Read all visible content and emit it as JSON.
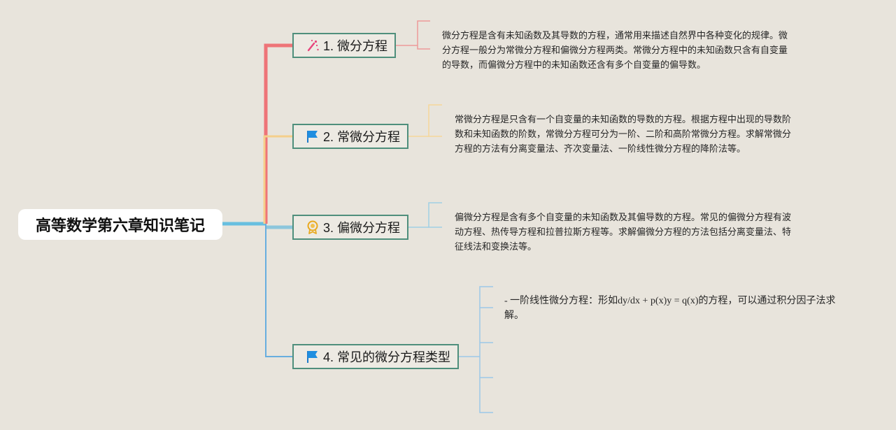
{
  "root": {
    "title": "高等数学第六章知识笔记"
  },
  "branches": [
    {
      "label": "1. 微分方程",
      "icon": "magic-wand-icon",
      "color": "#ee7478",
      "note": "微分方程是含有未知函数及其导数的方程，通常用来描述自然界中各种变化的规律。微分方程一般分为常微分方程和偏微分方程两类。常微分方程中的未知函数只含有自变量的导数，而偏微分方程中的未知函数还含有多个自变量的偏导数。"
    },
    {
      "label": "2. 常微分方程",
      "icon": "flag-icon",
      "color": "#f5cf8c",
      "note": "常微分方程是只含有一个自变量的未知函数的导数的方程。根据方程中出现的导数阶数和未知函数的阶数，常微分方程可分为一阶、二阶和高阶常微分方程。求解常微分方程的方法有分离变量法、齐次变量法、一阶线性微分方程的降阶法等。"
    },
    {
      "label": "3. 偏微分方程",
      "icon": "award-icon",
      "color": "#8cc6dc",
      "note": "偏微分方程是含有多个自变量的未知函数及其偏导数的方程。常见的偏微分方程有波动方程、热传导方程和拉普拉斯方程等。求解偏微分方程的方法包括分离变量法、特征线法和变换法等。"
    },
    {
      "label": "4. 常见的微分方程类型",
      "icon": "flag-icon",
      "color": "#68aedf",
      "note": "- 一阶线性微分方程：形如dy/dx + p(x)y = q(x)的方程，可以通过积分因子法求解。"
    }
  ]
}
